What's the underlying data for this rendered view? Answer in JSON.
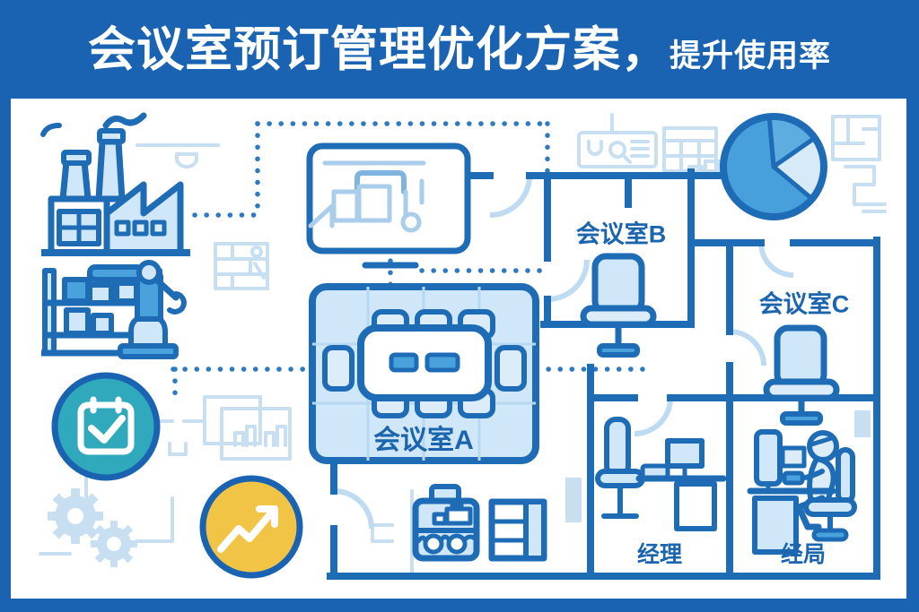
{
  "banner": {
    "title_main": "会议室预订管理优化方案，",
    "title_sub": "提升使用率"
  },
  "labels": {
    "room_a": "会议室A",
    "room_b": "会议室B",
    "room_c": "会议室C",
    "manager_room": "经理",
    "director_room": "经局"
  },
  "colors": {
    "banner_blue": "#1a63b2",
    "wall_blue": "#1e6cb5",
    "dot_blue": "#2d7ac3",
    "medium_blue": "#4aa2dc",
    "light_blue": "#cfe7f8",
    "pale_blue": "#dcecf8",
    "doodle_blue": "#c8def1",
    "door_arc": "#bfdbf2",
    "teal": "#2fa9bb",
    "yellow": "#f2c445",
    "label_text": "#1b64ae"
  },
  "icons": [
    "factory-icon",
    "smoke-icon",
    "shelf-boxes-icon",
    "robot-arm-icon",
    "calendar-check-icon",
    "trend-up-icon",
    "gears-icon",
    "pie-chart-icon",
    "conference-table-icon",
    "office-chair-icon",
    "desk-computer-icon",
    "person-at-desk-icon",
    "briefcase-machine-icon",
    "cabinet-icon",
    "door-arc-icon",
    "flowchart-box-icon"
  ],
  "pie_chart": {
    "type": "pie",
    "title": "",
    "start_angle_deg": 95,
    "segments": [
      {
        "name": "wedge-top-right",
        "fraction": 0.1667,
        "color": "#5eade1"
      },
      {
        "name": "wedge-right-light",
        "fraction": 0.2083,
        "color": "#d7eaf8"
      },
      {
        "name": "wedge-main-dark",
        "fraction": 0.625,
        "color": "#47a0db"
      }
    ]
  }
}
